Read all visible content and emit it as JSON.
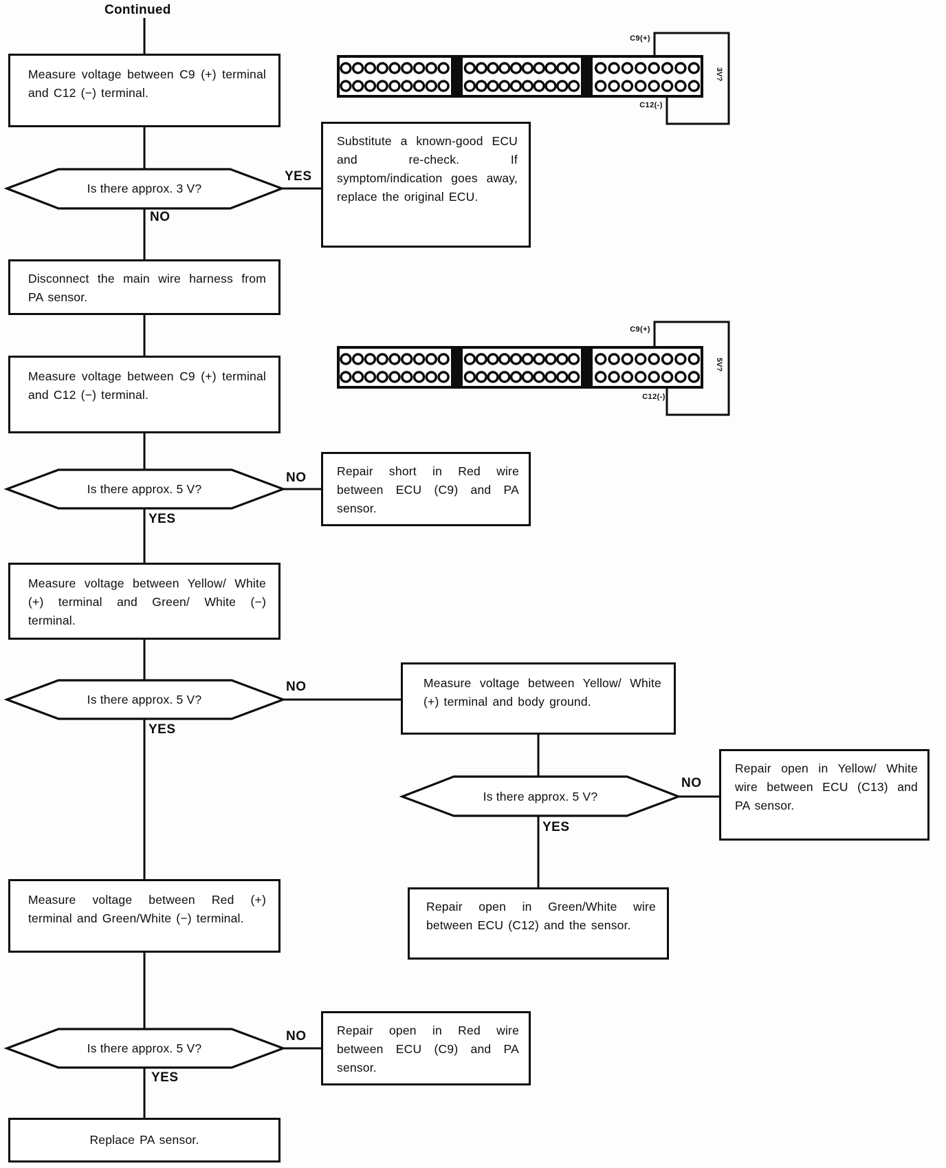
{
  "title": "Continued",
  "decision_labels": {
    "yes": "YES",
    "no": "NO"
  },
  "connectors": {
    "c9_label": "C9(+)",
    "c12_label": "C12(-)",
    "top_volt_label": "3V?",
    "bottom_volt_label": "5V?",
    "pins_per_section": [
      9,
      10,
      8
    ]
  },
  "nodes": {
    "measure_c9_c12": "Measure voltage between C9 (+) terminal and C12 (−) terminal.",
    "is_3v": "Is there approx. 3 V?",
    "is_5v": "Is there approx. 5 V?",
    "substitute_ecu": "Substitute a known-good ECU and re-check. If symptom/indication goes away, replace the original ECU.",
    "disconnect_harness": "Disconnect the main wire harness from PA sensor.",
    "repair_short_red": "Repair short in Red wire between ECU (C9) and PA sensor.",
    "measure_yw_gw": "Measure voltage between Yellow/ White (+) terminal and Green/ White (−) terminal.",
    "measure_yw_body": "Measure voltage between Yellow/ White (+) terminal and body ground.",
    "repair_open_yw": "Repair open in Yellow/ White wire between ECU (C13) and PA sensor.",
    "repair_open_gw": "Repair open in Green/White wire between ECU (C12) and the sensor.",
    "measure_red_gw": "Measure voltage between Red (+) terminal and Green/White (−) terminal.",
    "repair_open_red": "Repair open in Red wire between ECU (C9) and PA sensor.",
    "replace_pa": "Replace PA sensor."
  }
}
